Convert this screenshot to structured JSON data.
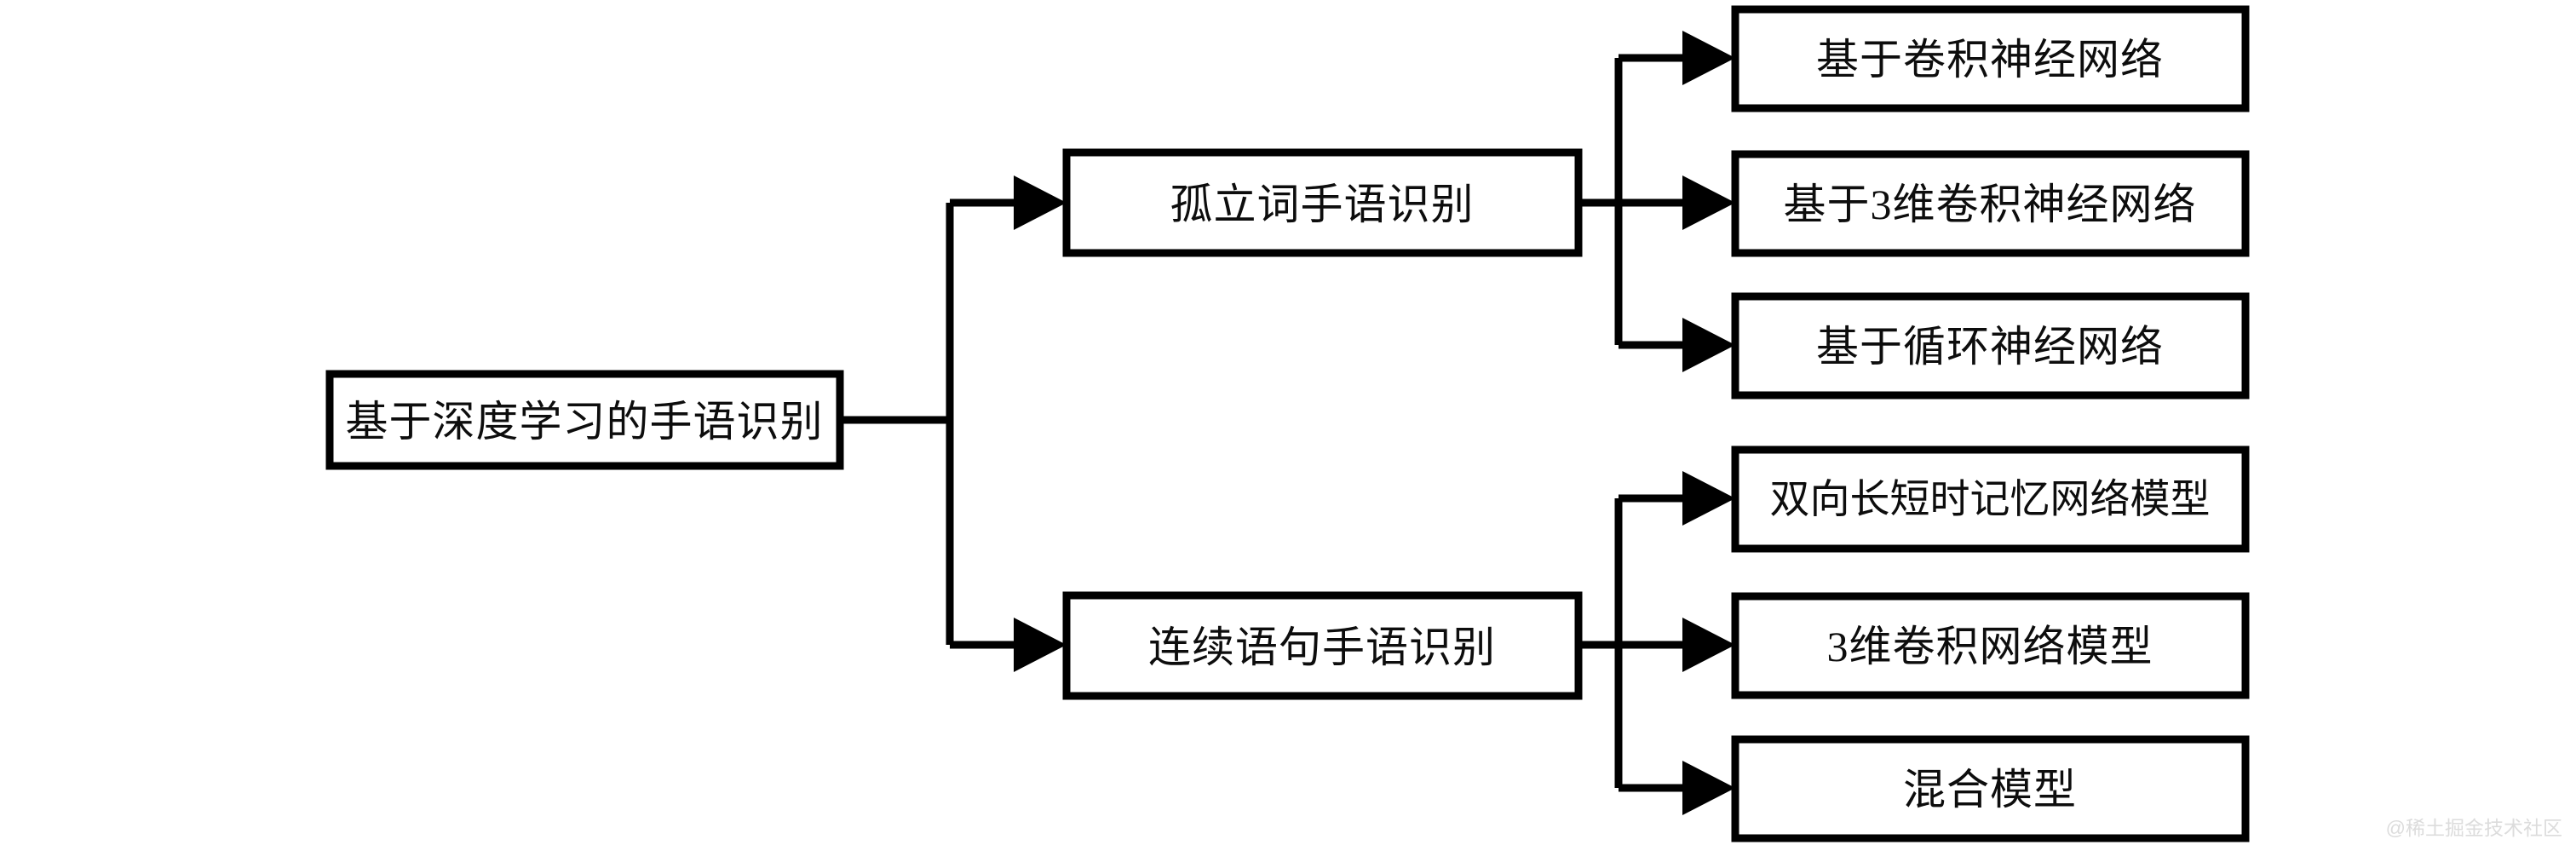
{
  "diagram": {
    "title": "基于深度学习的手语识别",
    "type": "hierarchy-tree",
    "orientation": "left-to-right",
    "colors": {
      "background": "#ffffff",
      "node_fill": "#ffffff",
      "node_border": "#000000",
      "connector": "#000000",
      "text": "#0d0d0d",
      "watermark": "#dcdcdc"
    },
    "root": {
      "label": "基于深度学习的手语识别"
    },
    "branches": [
      {
        "label": "孤立词手语识别",
        "children": [
          {
            "label": "基于卷积神经网络"
          },
          {
            "label": "基于3维卷积神经网络"
          },
          {
            "label": "基于循环神经网络"
          }
        ]
      },
      {
        "label": "连续语句手语识别",
        "children": [
          {
            "label": "双向长短时记忆网络模型"
          },
          {
            "label": "3维卷积网络模型"
          },
          {
            "label": "混合模型"
          }
        ]
      }
    ],
    "watermark": {
      "text": "@稀土掘金技术社区"
    }
  }
}
